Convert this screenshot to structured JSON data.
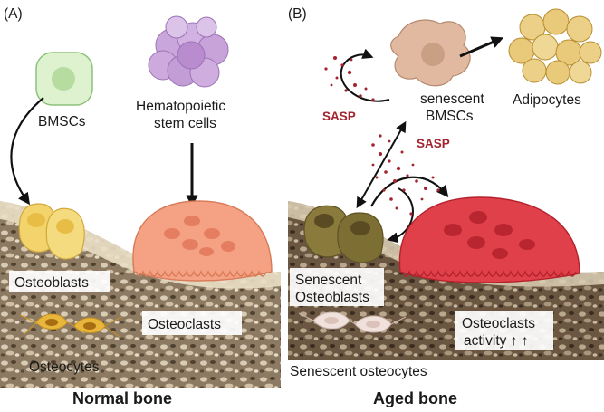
{
  "panel_a": {
    "tag": "(A)",
    "labels": {
      "bmscs": "BMSCs",
      "hsc_line1": "Hematopoietic",
      "hsc_line2": "stem cells",
      "osteoblasts": "Osteoblasts",
      "osteoclasts": "Osteoclasts",
      "osteocytes": "Osteocytes"
    },
    "footer": "Normal bone"
  },
  "panel_b": {
    "tag": "(B)",
    "labels": {
      "senescent_bmscs_line1": "senescent",
      "senescent_bmscs_line2": "BMSCs",
      "adipocytes": "Adipocytes",
      "sasp_left": "SASP",
      "sasp_right": "SASP",
      "senescent_osteoblasts_line1": "Senescent",
      "senescent_osteoblasts_line2": "Osteoblasts",
      "osteoclasts_activity_line1": "Osteoclasts",
      "osteoclasts_activity_line2": "activity ↑ ↑",
      "senescent_osteocytes": "Senescent osteocytes"
    },
    "footer": "Aged bone"
  },
  "colors": {
    "bone_light": "#e8dcc4",
    "bone_dark": "#5a4a38",
    "bmsc_green": "#d8efc8",
    "hsc_purple": "#c7a3d9",
    "osteoblast_yellow": "#f3d36b",
    "osteoclast_salmon": "#f4a283",
    "senescent_osteoblast_olive": "#8a7a3c",
    "aged_osteoclast_red": "#e0404a",
    "senescent_bmsc_tan": "#e0b9a0",
    "adipocyte_gold": "#e9c97a",
    "sasp_red": "#a3242e"
  }
}
